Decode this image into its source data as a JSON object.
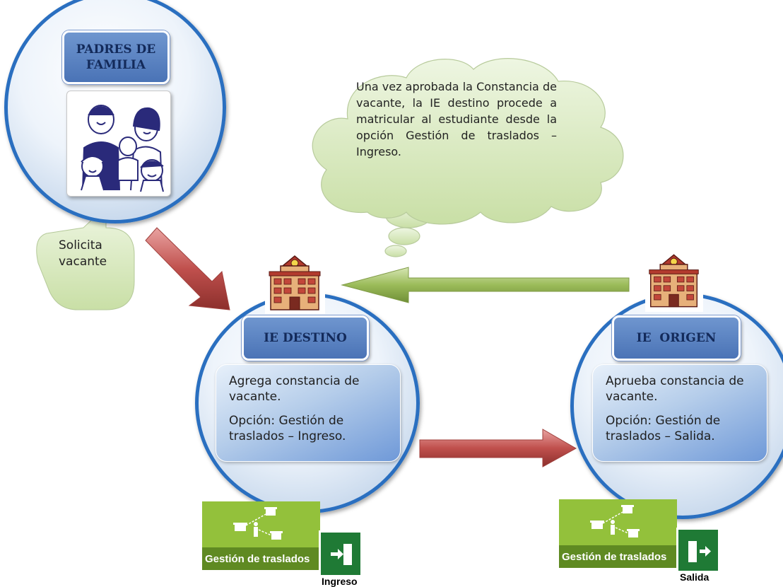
{
  "parents": {
    "title": "PADRES DE FAMILIA",
    "callout": "Solicita vacante"
  },
  "cloud": {
    "text": "Una vez aprobada la Constancia de vacante, la IE destino procede a matricular al estudiante desde la opción Gestión de traslados – Ingreso."
  },
  "destino": {
    "title": "IE DESTINO",
    "line1": "Agrega constancia de vacante.",
    "line2": "Opción: Gestión de traslados – Ingreso.",
    "module_label": "Gestión de traslados",
    "action_label": "Ingreso"
  },
  "origen": {
    "title": "IE  ORIGEN",
    "line1": "Aprueba constancia de vacante.",
    "line2": "Opción: Gestión de traslados – Salida.",
    "module_label": "Gestión de traslados",
    "action_label": "Salida"
  },
  "colors": {
    "circle_border": "#2a6fc0",
    "title_fill": "#5b83c4",
    "arrow_red": "#c0504d",
    "arrow_green": "#9bbb59",
    "cloud_fill": "#d7e8b8",
    "module_green": "#93c13b",
    "exit_green": "#1f7a35"
  },
  "icons": [
    "school-building-icon",
    "family-drawing-icon",
    "transfer-network-icon",
    "enter-door-icon",
    "exit-door-icon"
  ]
}
